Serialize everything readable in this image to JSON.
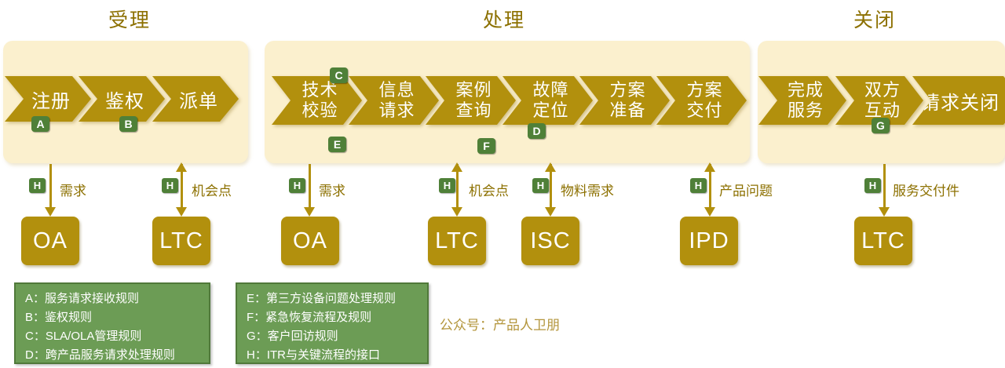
{
  "sections": [
    {
      "title": "受理",
      "steps": [
        {
          "line1": "注册"
        },
        {
          "line1": "鉴权"
        },
        {
          "line1": "派单"
        }
      ]
    },
    {
      "title": "处理",
      "steps": [
        {
          "line1": "技术",
          "line2": "校验"
        },
        {
          "line1": "信息",
          "line2": "请求"
        },
        {
          "line1": "案例",
          "line2": "查询"
        },
        {
          "line1": "故障",
          "line2": "定位"
        },
        {
          "line1": "方案",
          "line2": "准备"
        },
        {
          "line1": "方案",
          "line2": "交付"
        }
      ]
    },
    {
      "title": "关闭",
      "steps": [
        {
          "line1": "完成",
          "line2": "服务"
        },
        {
          "line1": "双方",
          "line2": "互动"
        },
        {
          "line1": "请求关闭"
        }
      ]
    }
  ],
  "badges": {
    "A": "A",
    "B": "B",
    "C": "C",
    "D": "D",
    "E": "E",
    "F": "F",
    "G": "G"
  },
  "connectors": [
    {
      "badge": "H",
      "label": "需求",
      "system": "OA",
      "direction": "down"
    },
    {
      "badge": "H",
      "label": "机会点",
      "system": "LTC",
      "direction": "both"
    },
    {
      "badge": "H",
      "label": "需求",
      "system": "OA",
      "direction": "down"
    },
    {
      "badge": "H",
      "label": "机会点",
      "system": "LTC",
      "direction": "both"
    },
    {
      "badge": "H",
      "label": "物料需求",
      "system": "ISC",
      "direction": "both"
    },
    {
      "badge": "H",
      "label": "产品问题",
      "system": "IPD",
      "direction": "both"
    },
    {
      "badge": "H",
      "label": "服务交付件",
      "system": "LTC",
      "direction": "down"
    }
  ],
  "legends": [
    {
      "items": [
        "A：服务请求接收规则",
        "B：鉴权规则",
        "C：SLA/OLA管理规则",
        "D：跨产品服务请求处理规则"
      ]
    },
    {
      "items": [
        "E：第三方设备问题处理规则",
        "F：紧急恢复流程及规则",
        "G：客户回访规则",
        "H：ITR与关键流程的接口"
      ]
    }
  ],
  "note": "公众号：产品人卫朋",
  "colors": {
    "gold": "#B2900D",
    "cream": "#FBF0CE",
    "badge_green": "#4F8038",
    "legend_green": "#6C9C55",
    "legend_border": "#50793A",
    "title_gold": "#8C7000",
    "note_gold": "#B3953B"
  }
}
